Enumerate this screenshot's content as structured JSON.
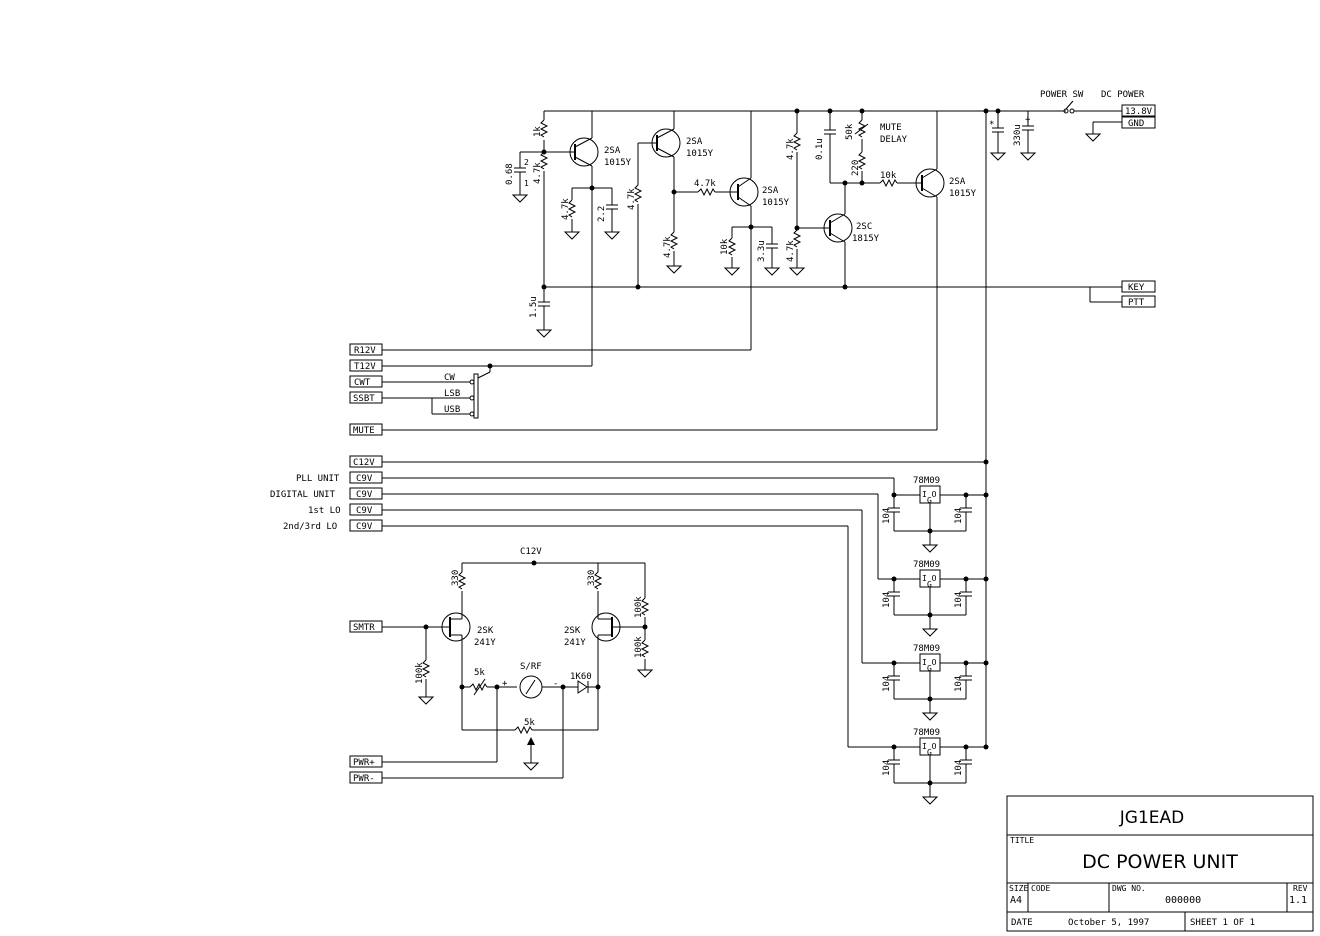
{
  "title_block": {
    "designer": "JG1EAD",
    "title_label": "TITLE",
    "title": "DC POWER UNIT",
    "size_label": "SIZE",
    "size": "A4",
    "code_label": "CODE",
    "dwg_label": "DWG NO.",
    "dwg_no": "000000",
    "rev_label": "REV",
    "rev": "1.1",
    "date_label": "DATE",
    "date": "October 5, 1997",
    "sheet": "SHEET 1 OF 1"
  },
  "ports": {
    "dc_13v8": "13.8V",
    "gnd": "GND",
    "key": "KEY",
    "ptt": "PTT",
    "r12v": "R12V",
    "t12v": "T12V",
    "cwt": "CWT",
    "ssbt": "SSBT",
    "mute": "MUTE",
    "c12v": "C12V",
    "c9v": "C9V",
    "smtr": "SMTR",
    "pwr_plus": "PWR+",
    "pwr_minus": "PWR-"
  },
  "unit_labels": [
    "PLL UNIT",
    "DIGITAL UNIT",
    "1st LO",
    "2nd/3rd LO"
  ],
  "labels": {
    "power_sw": "POWER SW",
    "dc_power": "DC POWER",
    "mute_delay_1": "MUTE",
    "mute_delay_2": "DELAY",
    "sw_cw": "CW",
    "sw_lsb": "LSB",
    "sw_usb": "USB",
    "c12v_node": "C12V",
    "meter": "S/RF",
    "diode": "1K60",
    "star": "*",
    "plus": "+",
    "minus": "-"
  },
  "transistors": {
    "q1_a": "2SA",
    "q1_b": "1015Y",
    "q2_a": "2SA",
    "q2_b": "1015Y",
    "q3_a": "2SA",
    "q3_b": "1015Y",
    "q4_a": "2SC",
    "q4_b": "1815Y",
    "q5_a": "2SA",
    "q5_b": "1015Y",
    "fet1_a": "2SK",
    "fet1_b": "241Y",
    "fet2_a": "2SK",
    "fet2_b": "241Y"
  },
  "components": {
    "r_1k": "1k",
    "c_068": "0.68",
    "r_47k_a": "4.7k",
    "r_47k_b": "4.7k",
    "c_22": "2.2",
    "r_47k_c": "4.7k",
    "r_47k_d": "4.7k",
    "r_47k_e": "4.7k",
    "r_10k_a": "10k",
    "c_33u": "3.3u",
    "r_47k_f": "4.7k",
    "r_47k_g": "4.7k",
    "c_01u": "0.1u",
    "r_50k": "50k",
    "r_220": "220",
    "r_10k_b": "10k",
    "c_330u": "330u",
    "c_15u": "1.5u",
    "r_330_a": "330",
    "r_330_b": "330",
    "r_100k_a": "100k",
    "r_100k_b": "100k",
    "r_100k_c": "100k",
    "r_5k_a": "5k",
    "r_5k_b": "5k",
    "cap_plus": "+",
    "cap_1": "1",
    "cap_2": "2"
  },
  "regulators": [
    {
      "name": "78M09",
      "pins": "I O",
      "gnd": "G",
      "cap_left": "104",
      "cap_right": "104"
    },
    {
      "name": "78M09",
      "pins": "I O",
      "gnd": "G",
      "cap_left": "104",
      "cap_right": "104"
    },
    {
      "name": "78M09",
      "pins": "I O",
      "gnd": "G",
      "cap_left": "104",
      "cap_right": "104"
    },
    {
      "name": "78M09",
      "pins": "I O",
      "gnd": "G",
      "cap_left": "104",
      "cap_right": "104"
    }
  ]
}
